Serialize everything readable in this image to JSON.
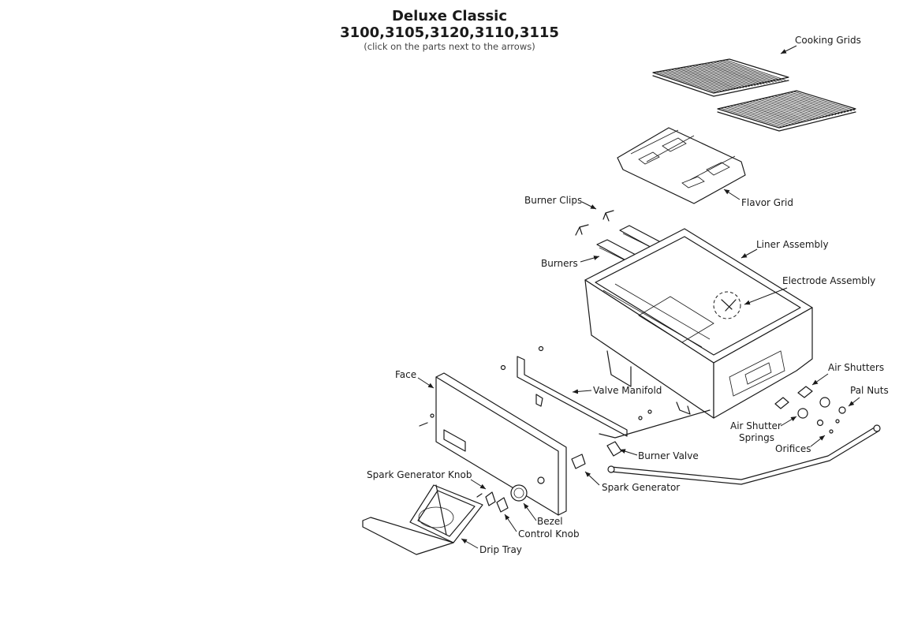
{
  "header": {
    "title": "Deluxe Classic",
    "models": "3100,3105,3120,3110,3115",
    "hint": "(click on the parts next to the arrows)"
  },
  "parts": {
    "cooking_grids": "Cooking Grids",
    "flavor_grid": "Flavor Grid",
    "burner_clips": "Burner Clips",
    "liner_assembly": "Liner Assembly",
    "burners": "Burners",
    "electrode_assembly": "Electrode Assembly",
    "air_shutters": "Air Shutters",
    "face": "Face",
    "valve_manifold": "Valve Manifold",
    "pal_nuts": "Pal Nuts",
    "air_shutter_springs_1": "Air Shutter",
    "air_shutter_springs_2": "Springs",
    "orifices": "Orifices",
    "burner_valve": "Burner Valve",
    "spark_generator_knob": "Spark Generator Knob",
    "spark_generator": "Spark Generator",
    "bezel": "Bezel",
    "control_knob": "Control Knob",
    "drip_tray": "Drip Tray"
  }
}
